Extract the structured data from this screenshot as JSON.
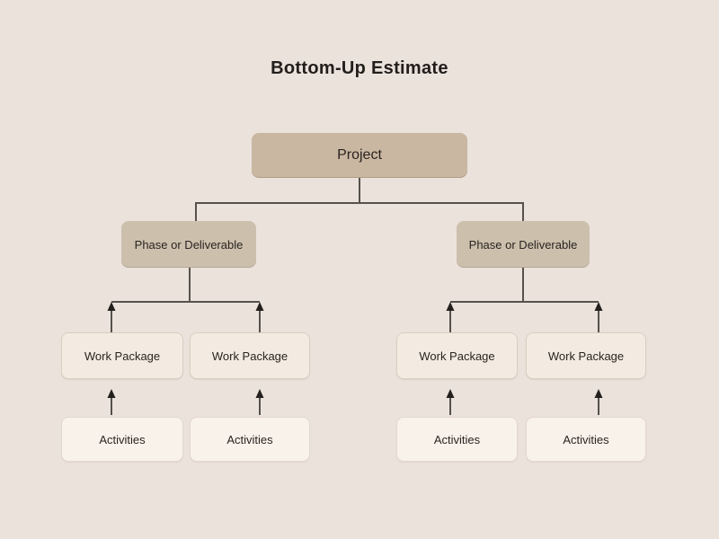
{
  "title": "Bottom-Up Estimate",
  "diagram": {
    "type": "hierarchy-bottom-up",
    "levels": [
      "Project",
      "Phase or Deliverable",
      "Work Package",
      "Activities"
    ],
    "nodes": {
      "project": {
        "label": "Project"
      },
      "phases": [
        {
          "label": "Phase or Deliverable"
        },
        {
          "label": "Phase or Deliverable"
        }
      ],
      "work_packages": [
        {
          "label": "Work Package"
        },
        {
          "label": "Work Package"
        },
        {
          "label": "Work Package"
        },
        {
          "label": "Work Package"
        }
      ],
      "activities": [
        {
          "label": "Activities"
        },
        {
          "label": "Activities"
        },
        {
          "label": "Activities"
        },
        {
          "label": "Activities"
        }
      ]
    },
    "edges": [
      {
        "from": "activities-1",
        "to": "work-package-1",
        "arrow_up": true
      },
      {
        "from": "activities-2",
        "to": "work-package-2",
        "arrow_up": true
      },
      {
        "from": "activities-3",
        "to": "work-package-3",
        "arrow_up": true
      },
      {
        "from": "activities-4",
        "to": "work-package-4",
        "arrow_up": true
      },
      {
        "from": "work-package-1",
        "to": "phase-1",
        "arrow_up": true
      },
      {
        "from": "work-package-2",
        "to": "phase-1",
        "arrow_up": true
      },
      {
        "from": "work-package-3",
        "to": "phase-2",
        "arrow_up": true
      },
      {
        "from": "work-package-4",
        "to": "phase-2",
        "arrow_up": true
      },
      {
        "from": "phase-1",
        "to": "project",
        "arrow_up": false
      },
      {
        "from": "phase-2",
        "to": "project",
        "arrow_up": false
      }
    ]
  },
  "colors": {
    "background": "#EBE2DC",
    "project_fill": "#C9B7A1",
    "phase_fill": "#CCC0AD",
    "work_package_fill": "#F3EBE1",
    "work_package_border": "#DBCEC0",
    "activities_fill": "#F9F2EB",
    "activities_border": "#E3D8CC",
    "connector_line": "#56514B",
    "arrowhead": "#23201D",
    "text": "#2A231F"
  }
}
